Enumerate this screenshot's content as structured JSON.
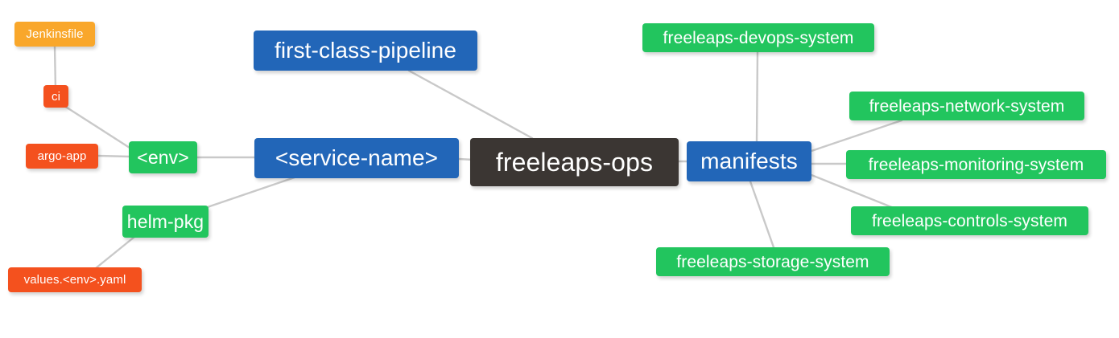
{
  "diagram": {
    "title": "freeleaps-ops repository mindmap",
    "type": "mindmap",
    "background": "#ffffff",
    "edge_color": "#c9c9c9",
    "palette": {
      "root": "#3b3633",
      "blue": "#2266b8",
      "green": "#22c55e",
      "orange": "#f9a72b",
      "red": "#f4511e",
      "text": "#ffffff"
    }
  },
  "nodes": {
    "root": {
      "label": "freeleaps-ops",
      "color": "#3b3633"
    },
    "service_name": {
      "label": "<service-name>",
      "color": "#2266b8"
    },
    "first_class_pipeline": {
      "label": "first-class-pipeline",
      "color": "#2266b8"
    },
    "manifests": {
      "label": "manifests",
      "color": "#2266b8"
    },
    "env": {
      "label": "<env>",
      "color": "#22c55e"
    },
    "helm_pkg": {
      "label": "helm-pkg",
      "color": "#22c55e"
    },
    "jenkinsfile": {
      "label": "Jenkinsfile",
      "color": "#f9a72b"
    },
    "ci": {
      "label": "ci",
      "color": "#f4511e"
    },
    "argo_app": {
      "label": "argo-app",
      "color": "#f4511e"
    },
    "values_yaml": {
      "label": "values.<env>.yaml",
      "color": "#f4511e"
    },
    "devops_system": {
      "label": "freeleaps-devops-system",
      "color": "#22c55e"
    },
    "network_system": {
      "label": "freeleaps-network-system",
      "color": "#22c55e"
    },
    "monitoring_system": {
      "label": "freeleaps-monitoring-system",
      "color": "#22c55e"
    },
    "controls_system": {
      "label": "freeleaps-controls-system",
      "color": "#22c55e"
    },
    "storage_system": {
      "label": "freeleaps-storage-system",
      "color": "#22c55e"
    }
  },
  "edges": [
    {
      "from": "jenkinsfile",
      "to": "ci"
    },
    {
      "from": "ci",
      "to": "env"
    },
    {
      "from": "argo_app",
      "to": "env"
    },
    {
      "from": "env",
      "to": "service_name"
    },
    {
      "from": "service_name",
      "to": "helm_pkg"
    },
    {
      "from": "helm_pkg",
      "to": "values_yaml"
    },
    {
      "from": "service_name",
      "to": "root"
    },
    {
      "from": "first_class_pipeline",
      "to": "root"
    },
    {
      "from": "root",
      "to": "manifests"
    },
    {
      "from": "manifests",
      "to": "devops_system"
    },
    {
      "from": "manifests",
      "to": "network_system"
    },
    {
      "from": "manifests",
      "to": "monitoring_system"
    },
    {
      "from": "manifests",
      "to": "controls_system"
    },
    {
      "from": "manifests",
      "to": "storage_system"
    }
  ]
}
